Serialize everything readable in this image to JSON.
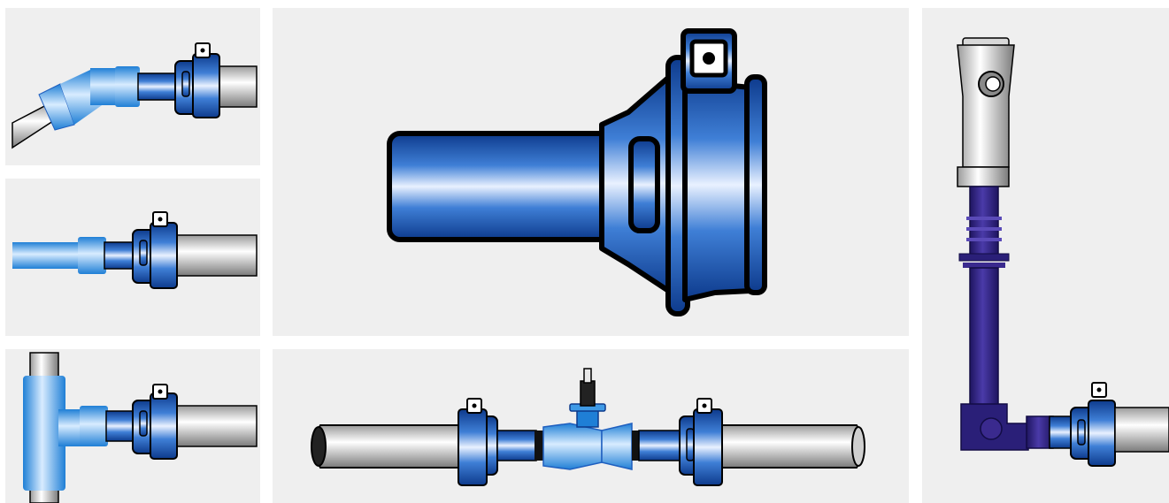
{
  "figure": {
    "panels": [
      {
        "id": "angled-bend-connection",
        "icons": [
          "pipe-icon",
          "bend-fitting-icon",
          "pipe-clamp-coupler-icon"
        ]
      },
      {
        "id": "straight-reducer-connection",
        "icons": [
          "pipe-icon",
          "reducer-fitting-icon",
          "pipe-clamp-coupler-icon"
        ]
      },
      {
        "id": "tee-branch-connection",
        "icons": [
          "vertical-pipe-icon",
          "tee-fitting-icon",
          "pipe-clamp-coupler-icon"
        ]
      },
      {
        "id": "coupler-detail",
        "icons": [
          "pipe-clamp-coupler-icon"
        ]
      },
      {
        "id": "inline-valve-assembly",
        "icons": [
          "pipe-icon",
          "pipe-clamp-coupler-icon",
          "gate-valve-icon"
        ]
      },
      {
        "id": "hydrant-riser-assembly",
        "icons": [
          "hydrant-head-icon",
          "riser-pipe-icon",
          "elbow-icon",
          "pipe-clamp-coupler-icon"
        ]
      }
    ],
    "colors": {
      "background": "#efefef",
      "coupler_blue": "#1f5fbf",
      "coupler_dark": "#0d3a8c",
      "fitting_light_blue": "#5aaae6",
      "pipe_grey": "#d8d8d8",
      "riser_purple": "#3a2a8e",
      "outline": "#000000"
    }
  }
}
